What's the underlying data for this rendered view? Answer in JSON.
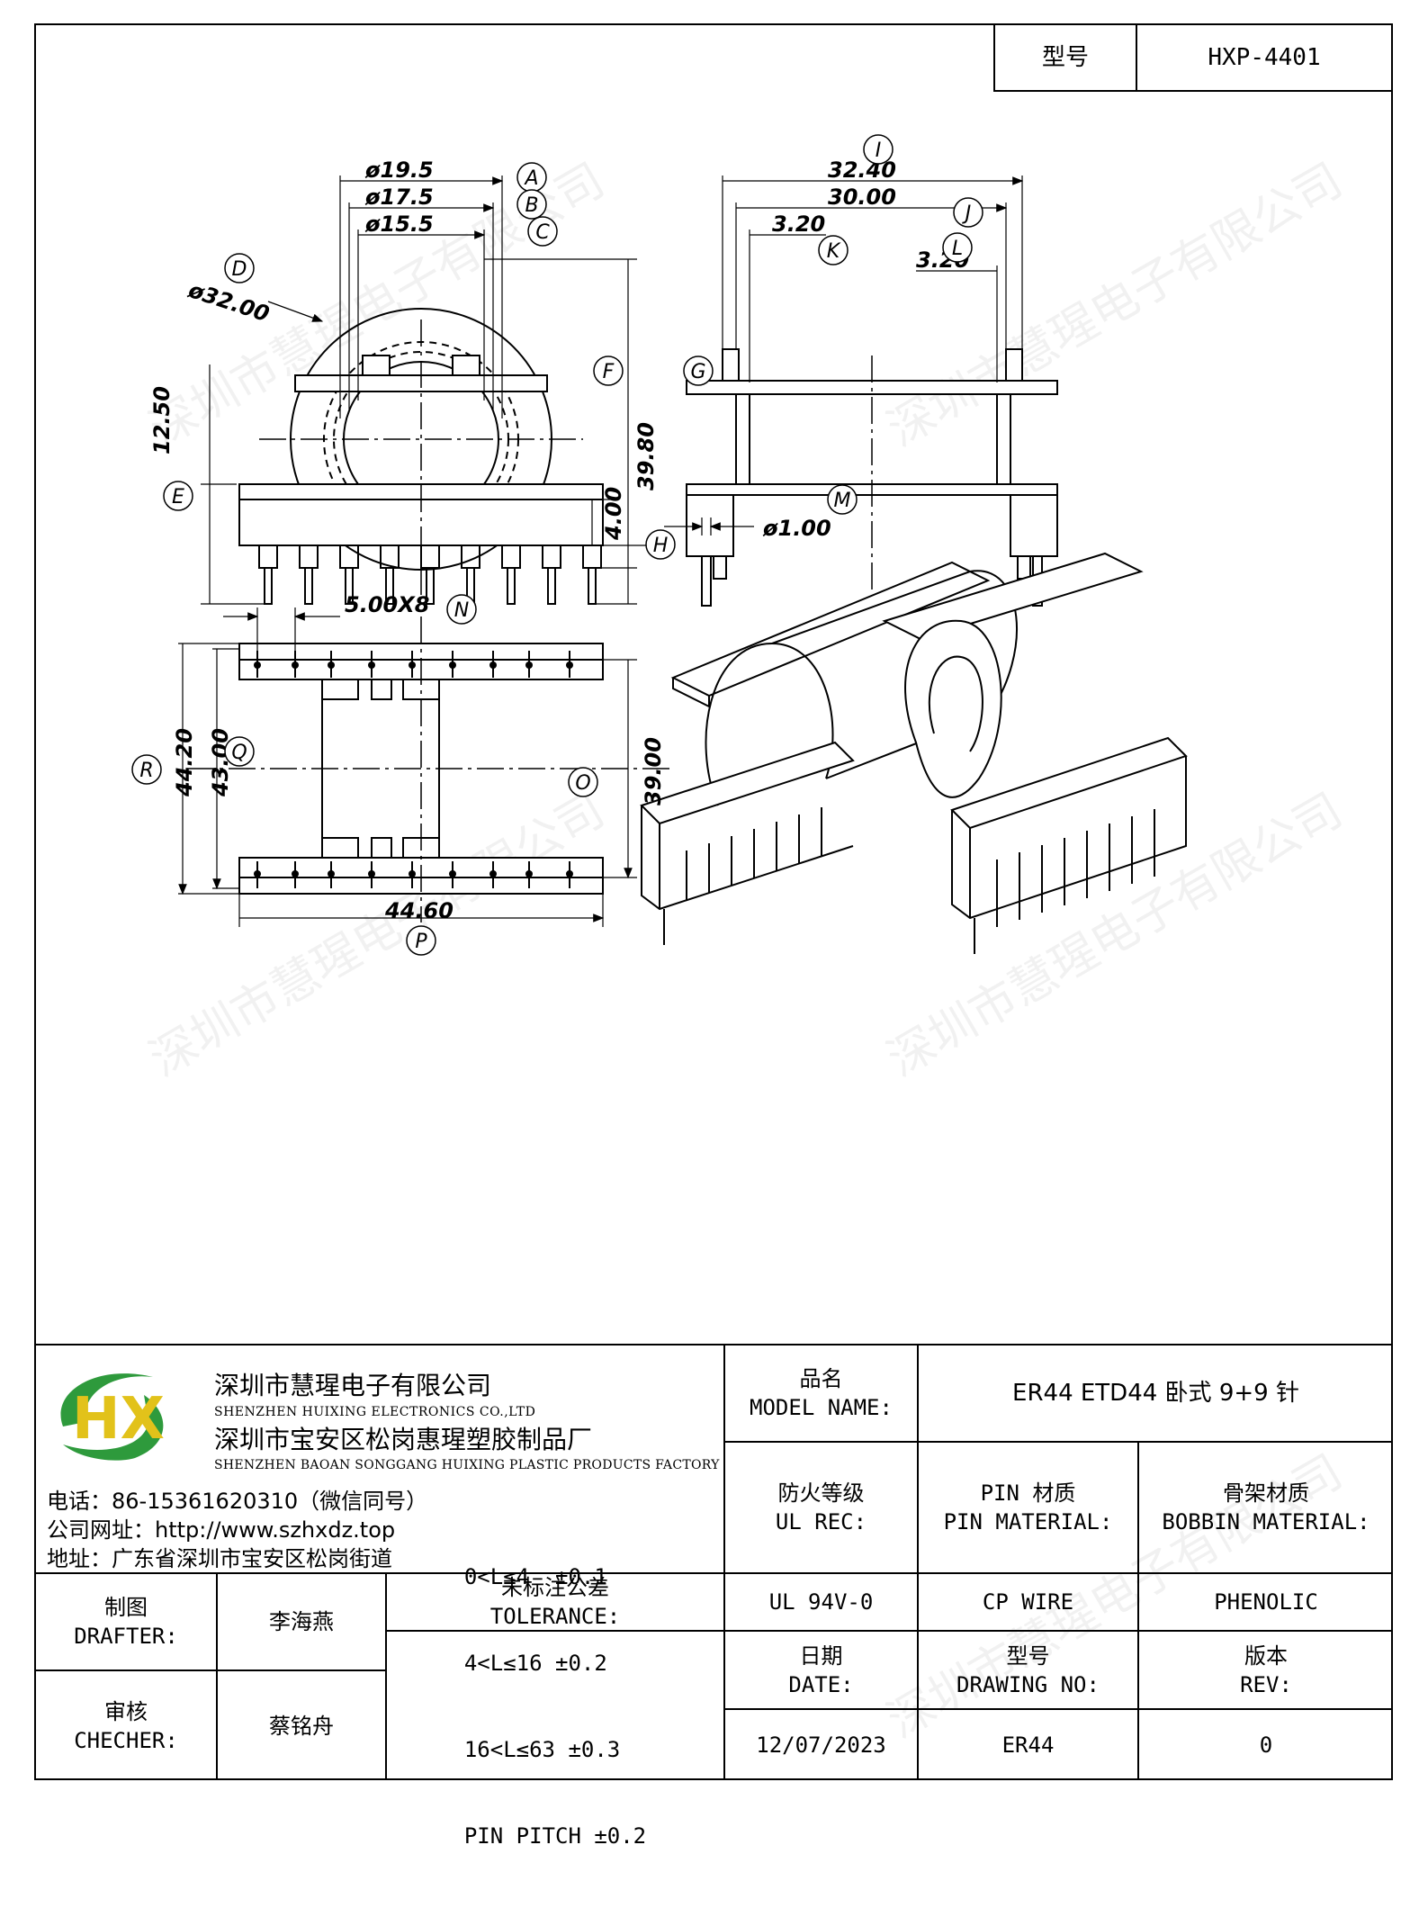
{
  "header": {
    "model_label": "型号",
    "model_value": "HXP-4401"
  },
  "company": {
    "name_cn": "深圳市慧瑆电子有限公司",
    "name_en": "SHENZHEN HUIXING ELECTRONICS CO.,LTD",
    "factory_cn": "深圳市宝安区松岗惠瑆塑胶制品厂",
    "factory_en": "SHENZHEN BAOAN SONGGANG HUIXING PLASTIC PRODUCTS FACTORY",
    "phone": "电话：86-15361620310（微信同号）",
    "website": "公司网址：http://www.szhxdz.top",
    "address": "地址：广东省深圳市宝安区松岗街道",
    "logo_text": "HX",
    "logo_colors": {
      "green": "#2e9a3c",
      "yellow": "#e2c21a"
    }
  },
  "title_block": {
    "model_name_cn": "品名",
    "model_name_en": "MODEL NAME:",
    "model_name_value": "ER44 ETD44 卧式 9+9 针",
    "ul_cn": "防火等级",
    "ul_en": "UL REC:",
    "ul_value": "UL 94V-0",
    "pin_cn": "PIN 材质",
    "pin_en": "PIN MATERIAL:",
    "pin_value": "CP WIRE",
    "bobbin_cn": "骨架材质",
    "bobbin_en": "BOBBIN MATERIAL:",
    "bobbin_value": "PHENOLIC",
    "drafter_cn": "制图",
    "drafter_en": "DRAFTER:",
    "drafter_value": "李海燕",
    "checker_cn": "审核",
    "checker_en": "CHECHER:",
    "checker_value": "蔡铭舟",
    "tolerance_cn": "未标注公差",
    "tolerance_en": "TOLERANCE:",
    "tolerance_lines": [
      "0<L≤4  ±0.1",
      "4<L≤16 ±0.2",
      "16<L≤63 ±0.3",
      "PIN PITCH ±0.2"
    ],
    "date_cn": "日期",
    "date_en": "DATE:",
    "date_value": "12/07/2023",
    "drawing_cn": "型号",
    "drawing_en": "DRAWING NO:",
    "drawing_value": "ER44",
    "rev_cn": "版本",
    "rev_en": "REV:",
    "rev_value": "0"
  },
  "dimensions": {
    "A": "ø19.5",
    "B": "ø17.5",
    "C": "ø15.5",
    "D": "ø32.00",
    "E": "12.50",
    "F": "4.00",
    "G": "39.80",
    "I": "32.40",
    "J": "30.00",
    "K": "3.20",
    "L": "3.20",
    "M": "ø1.00",
    "N": "5.00X8",
    "O": "39.00",
    "P": "44.60",
    "Q": "43.00",
    "R": "44.20"
  },
  "markers": [
    "A",
    "B",
    "C",
    "D",
    "E",
    "F",
    "G",
    "H",
    "I",
    "J",
    "K",
    "L",
    "M",
    "N",
    "O",
    "P",
    "Q",
    "R"
  ],
  "watermark": "深圳市慧瑆电子有限公司"
}
